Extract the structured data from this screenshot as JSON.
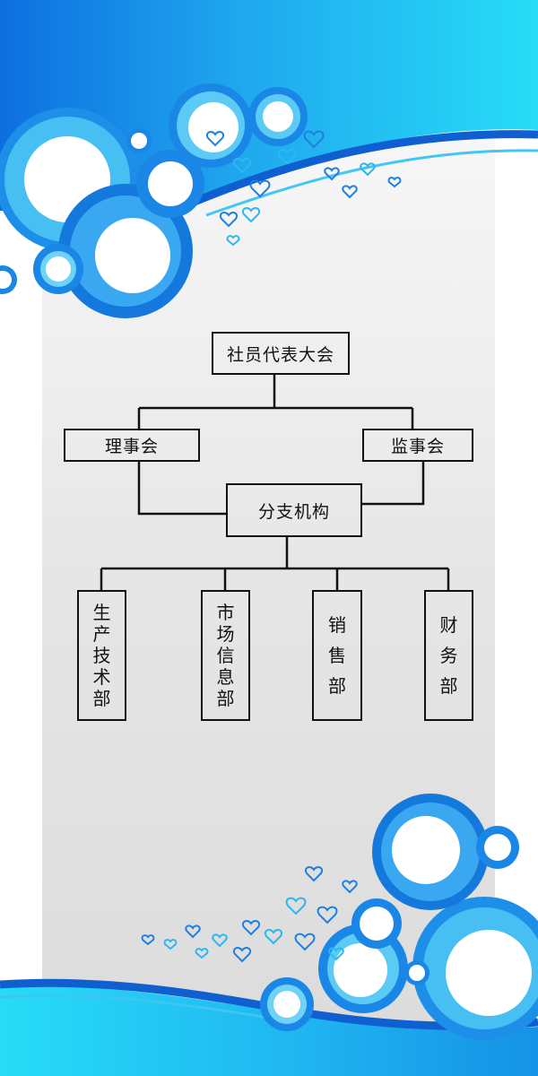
{
  "org_chart": {
    "root": {
      "label": "社员代表大会"
    },
    "left_branch": {
      "label": "理事会"
    },
    "right_branch": {
      "label": "监事会"
    },
    "middle": {
      "label": "分支机构"
    },
    "departments": [
      {
        "label": "生产技术部"
      },
      {
        "label": "市场信息部"
      },
      {
        "label": "销售部"
      },
      {
        "label": "财务部"
      }
    ]
  },
  "colors": {
    "primary_blue": "#1e88e5",
    "light_cyan": "#2ad4f5",
    "panel_gray": "#e4e4e4",
    "line_black": "#111111"
  }
}
